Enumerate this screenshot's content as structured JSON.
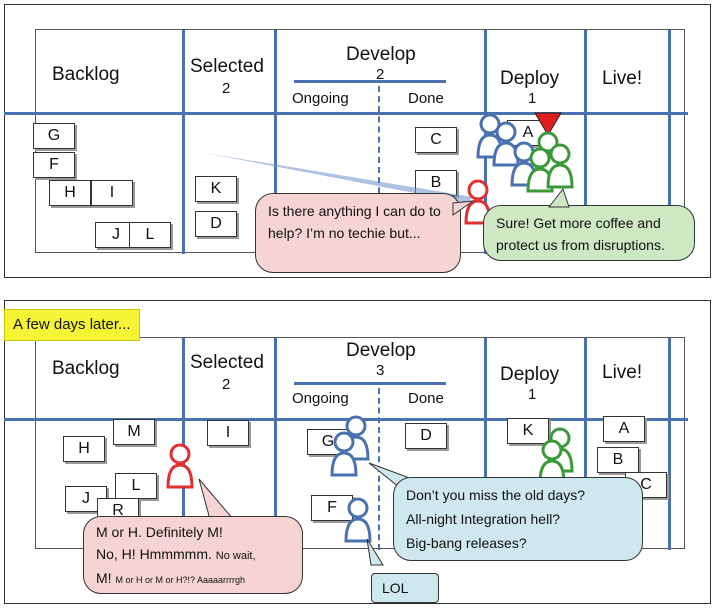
{
  "panel1": {
    "columns": {
      "backlog": "Backlog",
      "selected": "Selected",
      "selected_wip": "2",
      "develop": "Develop",
      "develop_wip": "2",
      "ongoing": "Ongoing",
      "done": "Done",
      "deploy": "Deploy",
      "deploy_wip": "1",
      "live": "Live!"
    },
    "cards": {
      "g": "G",
      "f": "F",
      "h": "H",
      "i": "I",
      "j": "J",
      "l": "L",
      "k": "K",
      "d": "D",
      "c": "C",
      "b": "B",
      "a": "A"
    },
    "bubble_question": "Is there anything I can do to help? I’m no techie but...",
    "bubble_answer": "Sure! Get more coffee and protect us from disruptions.",
    "colors": {
      "accent": "#4a72b0",
      "manager": "#e03030",
      "team_blue": "#4a72b0",
      "team_green": "#3a9a3a",
      "flag": "#e02020"
    }
  },
  "banner": "A few days later...",
  "panel2": {
    "columns": {
      "backlog": "Backlog",
      "selected": "Selected",
      "selected_wip": "2",
      "develop": "Develop",
      "develop_wip": "3",
      "ongoing": "Ongoing",
      "done": "Done",
      "deploy": "Deploy",
      "deploy_wip": "1",
      "live": "Live!"
    },
    "cards": {
      "m": "M",
      "h": "H",
      "l": "L",
      "j": "J",
      "r": "R",
      "i": "I",
      "g": "G",
      "f": "F",
      "d": "D",
      "k": "K",
      "a": "A",
      "b": "B",
      "c": "C"
    },
    "bubble_dilemma_line1": "M or H. Definitely M!",
    "bubble_dilemma_line2": "No, H! Hmmmmm.",
    "bubble_dilemma_line2_small": "No wait,",
    "bubble_dilemma_line3": "M!",
    "bubble_dilemma_line3_small": "M or H or M or H?!? Aaaaarrrrgh",
    "bubble_team_line1": "Don’t you miss the old days?",
    "bubble_team_line2": "All-night Integration hell?",
    "bubble_team_line3": "Big-bang releases?",
    "bubble_lol": "LOL"
  }
}
